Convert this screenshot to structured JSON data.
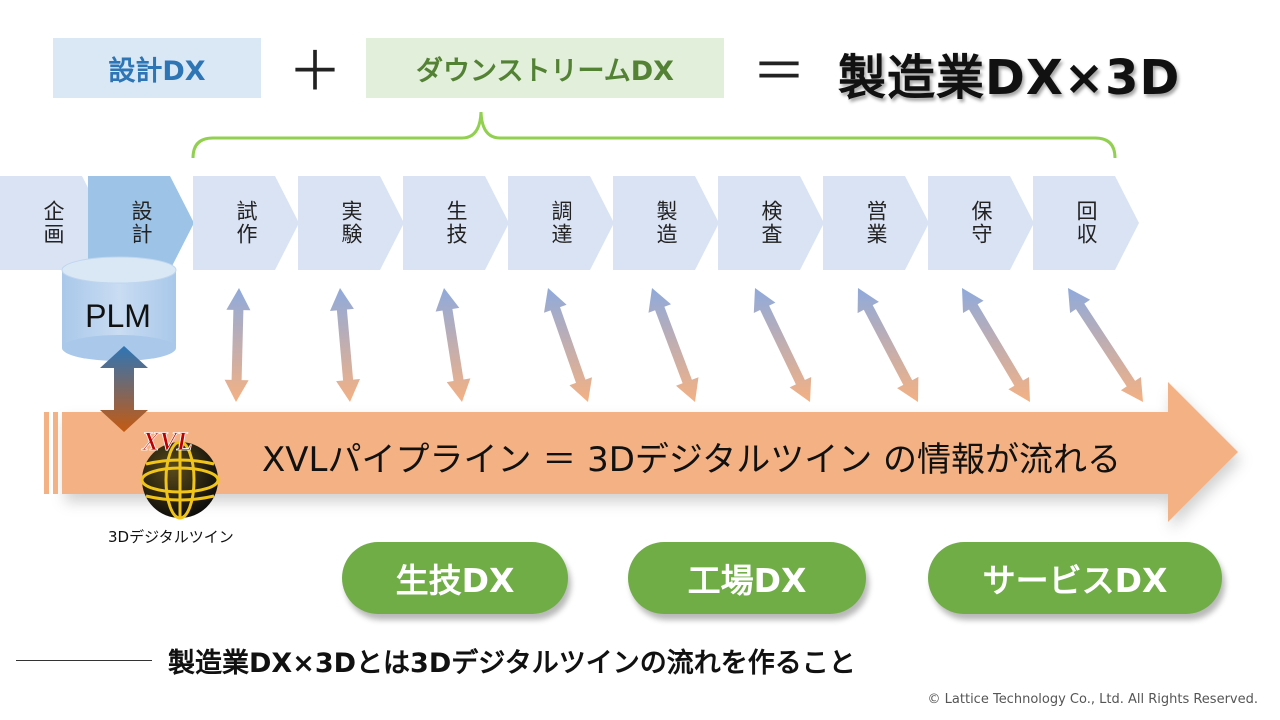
{
  "header": {
    "design_dx": "設計DX",
    "plus": "＋",
    "downstream_dx": "ダウンストリームDX",
    "equals": "＝",
    "title": "製造業DX×3D"
  },
  "process_steps": [
    "企画",
    "設計",
    "試作",
    "実験",
    "生技",
    "調達",
    "製造",
    "検査",
    "営業",
    "保守",
    "回収"
  ],
  "plm": {
    "label": "PLM"
  },
  "pipeline": {
    "text": "XVLパイプライン ＝ 3Dデジタルツイン の情報が流れる"
  },
  "xvl_logo": {
    "text": "XVL",
    "caption": "3Dデジタルツイン"
  },
  "dx_pills": [
    "生技DX",
    "工場DX",
    "サービスDX"
  ],
  "summary": "製造業DX×3Dとは3Dデジタルツインの流れを作ること",
  "copyright": "© Lattice Technology Co., Ltd. All Rights Reserved.",
  "colors": {
    "design_box": "#dae8f6",
    "design_text": "#2e75b6",
    "downstream_box": "#e2efda",
    "downstream_text": "#548235",
    "chevron": "#dae3f3",
    "chevron_active": "#9dc3e6",
    "pipeline": "#f4b183",
    "pill": "#70ad47",
    "brace": "#92d050"
  }
}
